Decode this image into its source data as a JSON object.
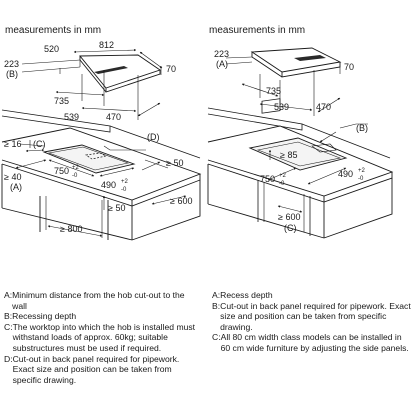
{
  "panels": [
    {
      "heading": "measurements in mm",
      "hob": {
        "d520": "520",
        "d812": "812",
        "d223": "223",
        "ref": "(B)",
        "d70": "70",
        "d735": "735",
        "d539": "539",
        "d470": "470"
      },
      "cutout": {
        "ref_c": "(C)",
        "d16": "≥ 16",
        "d40": "≥ 40",
        "ref_a": "(A)",
        "ref_d": "(D)",
        "d750": "750",
        "t750": "+2",
        "b750": "-0",
        "d490": "490",
        "t490": "+2",
        "b490": "-0",
        "d50a": "≥ 50",
        "d600": "≥ 600",
        "d50b": "≥ 50",
        "d800": "≥ 800"
      },
      "legend": [
        {
          "key": "A:",
          "text": "Minimum distance from the hob cut-out to the wall"
        },
        {
          "key": "B:",
          "text": "Recessing depth"
        },
        {
          "key": "C:",
          "text": "The worktop into which the hob is installed must withstand loads of approx. 60kg; suitable substructures must be used if required."
        },
        {
          "key": "D:",
          "text": "Cut-out in back panel required for pipework. Exact size and position can be taken from specific drawing."
        }
      ]
    },
    {
      "heading": "measurements in mm",
      "hob": {
        "d223": "223",
        "ref": "(A)",
        "d70": "70",
        "d735": "735",
        "d539": "539",
        "d470": "470"
      },
      "cutout": {
        "ref_b": "(B)",
        "d85": "≥ 85",
        "d750": "750",
        "t750": "+2",
        "b750": "-0",
        "d490": "490",
        "t490": "+2",
        "b490": "-0",
        "d600": "≥ 600",
        "ref_c": "(C)"
      },
      "legend": [
        {
          "key": "A:",
          "text": "Recess depth"
        },
        {
          "key": "B:",
          "text": "Cut-out in back panel required for pipework. Exact size and position can be taken from specific drawing."
        },
        {
          "key": "C:",
          "text": "All 80 cm width class models can be installed in 60 cm wide furniture by adjusting the side panels."
        }
      ]
    }
  ]
}
